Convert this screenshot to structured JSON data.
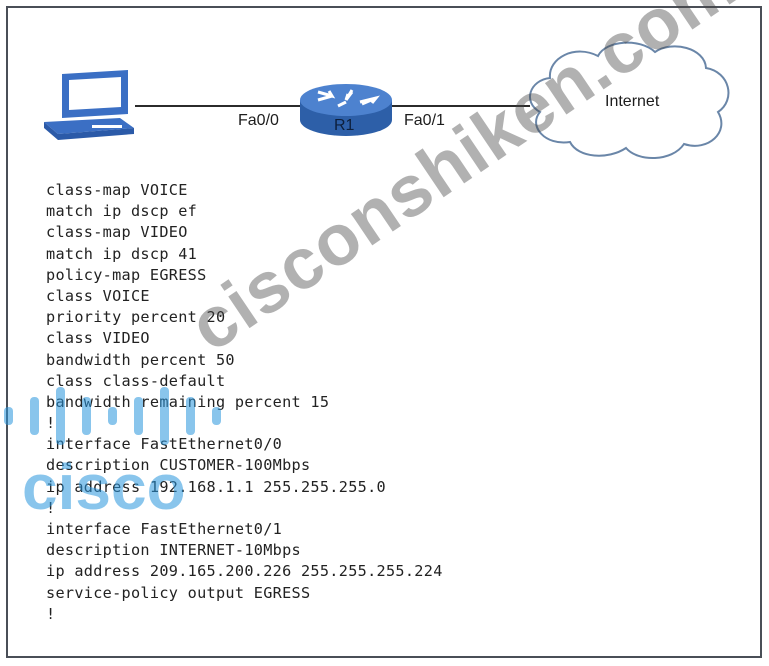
{
  "diagram": {
    "pc_interface": "Fa0/0",
    "router_name": "R1",
    "wan_interface": "Fa0/1",
    "cloud_label": "Internet",
    "colors": {
      "router": "#3f6fbf",
      "pc": "#3b6fc4",
      "cloud_border": "#6a86a8",
      "link": "#2b2b2b"
    }
  },
  "config_lines": [
    "class-map VOICE",
    "match ip dscp ef",
    "class-map VIDEO",
    "match ip dscp 41",
    "policy-map EGRESS",
    "class VOICE",
    "priority percent 20",
    "class VIDEO",
    "bandwidth percent 50",
    "class class-default",
    "bandwidth remaining percent 15",
    "!",
    "interface FastEthernet0/0",
    "description CUSTOMER-100Mbps",
    "ip address 192.168.1.1 255.255.255.0",
    "!",
    "interface FastEthernet0/1",
    "description INTERNET-10Mbps",
    "ip address 209.165.200.226 255.255.255.224",
    "service-policy output EGRESS",
    "!"
  ],
  "watermark": {
    "site": "cisconshiken.com",
    "logo_text": "cisco"
  }
}
